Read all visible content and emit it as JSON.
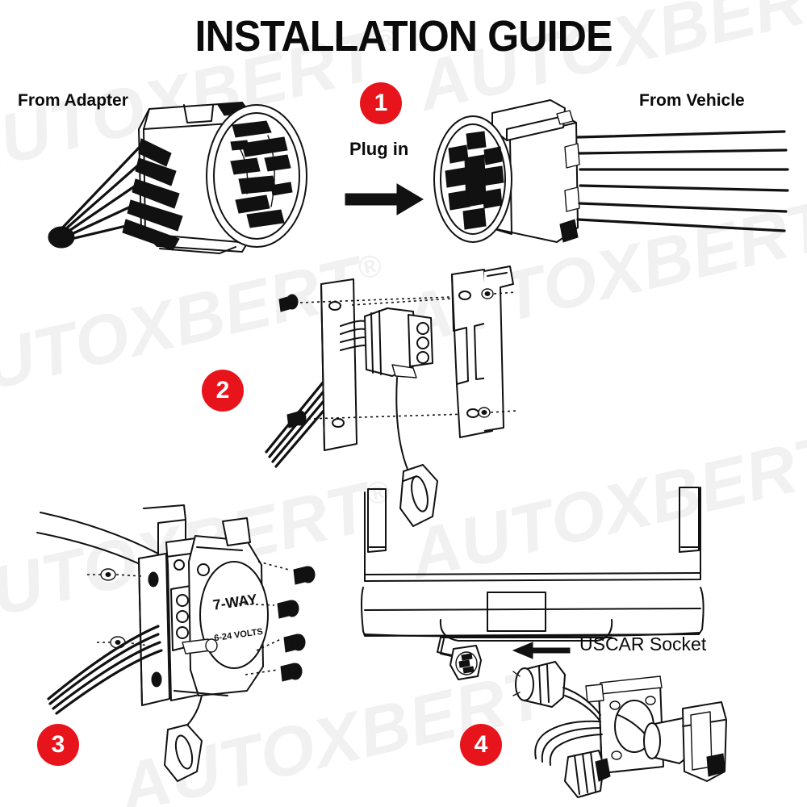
{
  "page": {
    "title": "INSTALLATION GUIDE",
    "background_color": "#ffffff",
    "accent_color": "#e8141c",
    "line_color": "#111111",
    "watermark_text": "AUTOXBERT",
    "watermark_color": "#f1f1f1"
  },
  "labels": {
    "from_adapter": "From Adapter",
    "from_vehicle": "From Vehicle",
    "plug_in": "Plug in",
    "uscar_socket": "USCAR Socket",
    "connector_face_main": "7-WAY",
    "connector_face_sub": "6-24 VOLTS"
  },
  "steps": [
    {
      "number": "1",
      "caption": "Plug in",
      "description_left": "From Adapter",
      "description_right": "From Vehicle"
    },
    {
      "number": "2",
      "caption": "",
      "description_left": "",
      "description_right": ""
    },
    {
      "number": "3",
      "caption": "",
      "description_left": "",
      "description_right": ""
    },
    {
      "number": "4",
      "caption": "",
      "description_left": "",
      "description_right": ""
    }
  ],
  "icons": {
    "arrow_right": "arrow-right-icon",
    "arrow_left": "arrow-left-icon"
  }
}
